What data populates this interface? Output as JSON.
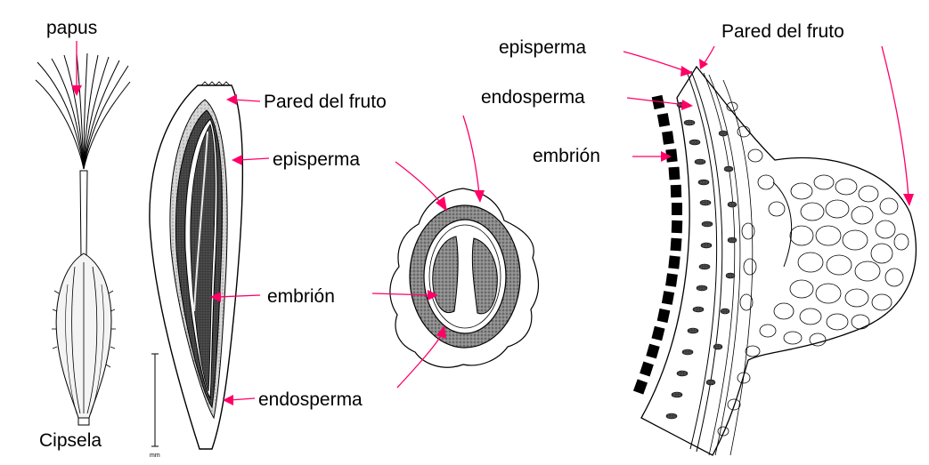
{
  "labels": {
    "papus": "papus",
    "cipsela": "Cipsela",
    "scale_unit": "mm",
    "pared_fruto_mid": "Pared del fruto",
    "episperma_mid": "episperma",
    "embrion_mid": "embrión",
    "endosperma_mid": "endosperma",
    "episperma_right": "episperma",
    "pared_fruto_right": "Pared del fruto",
    "endosperma_right": "endosperma",
    "embrion_right": "embrión"
  },
  "colors": {
    "arrow": "#ff0066",
    "ink": "#000000",
    "background": "#ffffff"
  }
}
